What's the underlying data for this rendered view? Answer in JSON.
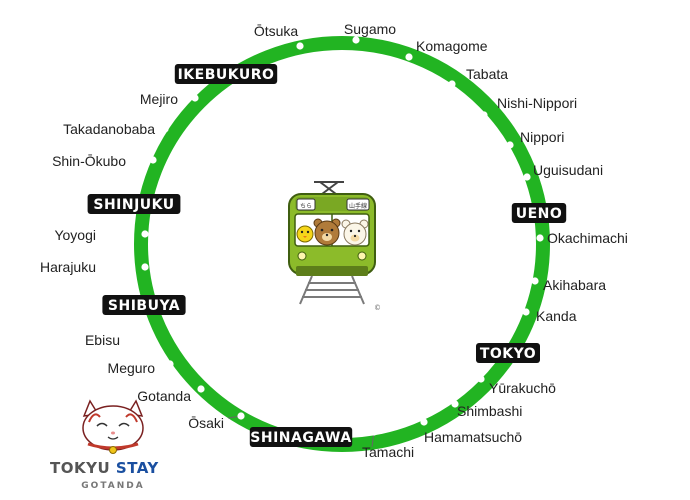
{
  "line_color": "#22b422",
  "stations": [
    {
      "name": "Ōtsuka",
      "major": false
    },
    {
      "name": "Sugamo",
      "major": false
    },
    {
      "name": "Komagome",
      "major": false
    },
    {
      "name": "Tabata",
      "major": false
    },
    {
      "name": "Nishi-Nippori",
      "major": false
    },
    {
      "name": "Nippori",
      "major": false
    },
    {
      "name": "Uguisudani",
      "major": false
    },
    {
      "name": "UENO",
      "major": true
    },
    {
      "name": "Okachimachi",
      "major": false
    },
    {
      "name": "Akihabara",
      "major": false
    },
    {
      "name": "Kanda",
      "major": false
    },
    {
      "name": "TOKYO",
      "major": true
    },
    {
      "name": "Yūrakuchō",
      "major": false
    },
    {
      "name": "Shimbashi",
      "major": false
    },
    {
      "name": "Hamamatsuchō",
      "major": false
    },
    {
      "name": "Tamachi",
      "major": false
    },
    {
      "name": "SHINAGAWA",
      "major": true
    },
    {
      "name": "Ōsaki",
      "major": false
    },
    {
      "name": "Gotanda",
      "major": false
    },
    {
      "name": "Meguro",
      "major": false
    },
    {
      "name": "Ebisu",
      "major": false
    },
    {
      "name": "SHIBUYA",
      "major": true
    },
    {
      "name": "Harajuku",
      "major": false
    },
    {
      "name": "Yoyogi",
      "major": false
    },
    {
      "name": "SHINJUKU",
      "major": true
    },
    {
      "name": "Shin-Ōkubo",
      "major": false
    },
    {
      "name": "Takadanobaba",
      "major": false
    },
    {
      "name": "Mejiro",
      "major": false
    },
    {
      "name": "IKEBUKURO",
      "major": true
    }
  ],
  "train_signs": {
    "left": "ちら",
    "right": "山手線"
  },
  "copyright_mark": "©",
  "brand": {
    "tokyu": "TOKYU",
    "stay": "STAY",
    "location": "GOTANDA"
  }
}
